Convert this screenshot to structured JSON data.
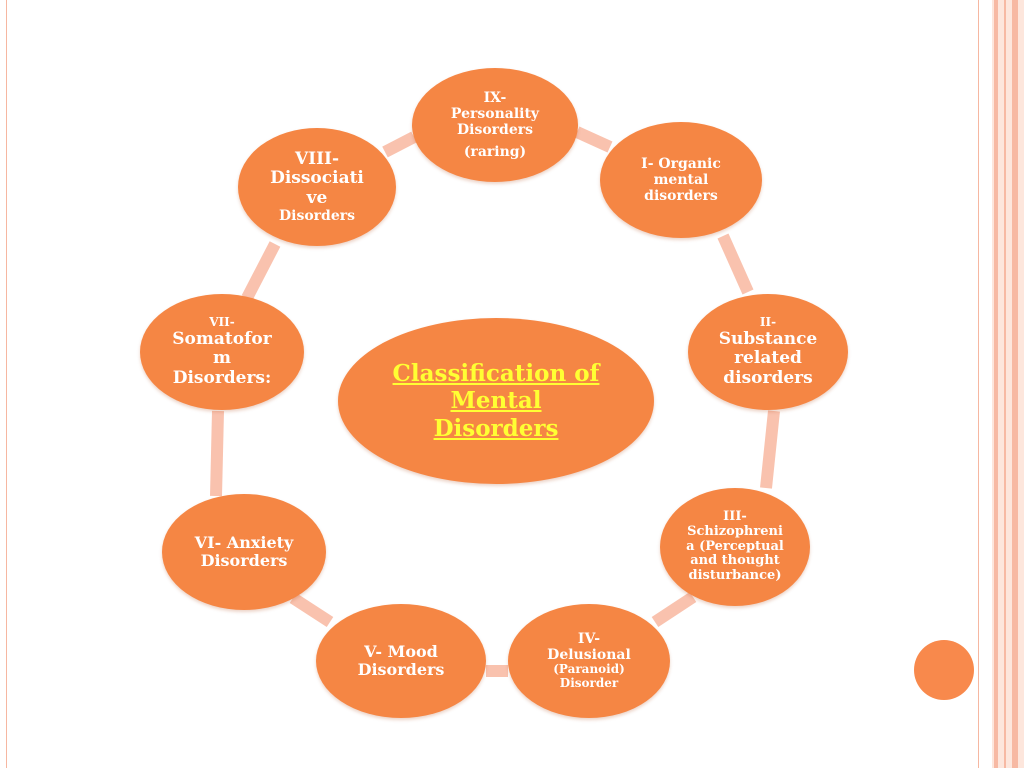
{
  "center": {
    "lines": [
      "Classification of",
      "Mental",
      "Disorders"
    ]
  },
  "nodes": {
    "ix": {
      "lines": [
        "IX-",
        "Personality",
        "Disorders",
        "(raring)"
      ]
    },
    "i": {
      "lines": [
        "I- Organic",
        "mental",
        "disorders"
      ]
    },
    "ii": {
      "lines": [
        "II-",
        "Substance",
        "related",
        "disorders"
      ]
    },
    "iii": {
      "lines": [
        "III-",
        "Schizophreni",
        "a (Perceptual",
        "and thought",
        "disturbance)"
      ]
    },
    "iv": {
      "lines": [
        "IV-",
        "Delusional",
        "(Paranoid)",
        "Disorder"
      ]
    },
    "v": {
      "lines": [
        "V- Mood",
        "Disorders"
      ]
    },
    "vi": {
      "lines": [
        "VI- Anxiety",
        "Disorders"
      ]
    },
    "vii": {
      "lines": [
        "VII-",
        "Somatofor",
        "m",
        "Disorders:"
      ]
    },
    "viii": {
      "lines": [
        "VIII-",
        "Dissociati",
        "ve",
        "Disorders"
      ]
    }
  },
  "colors": {
    "node_fill": "#f58644",
    "center_text": "#ffff33",
    "connector": "#f9c2ae"
  }
}
